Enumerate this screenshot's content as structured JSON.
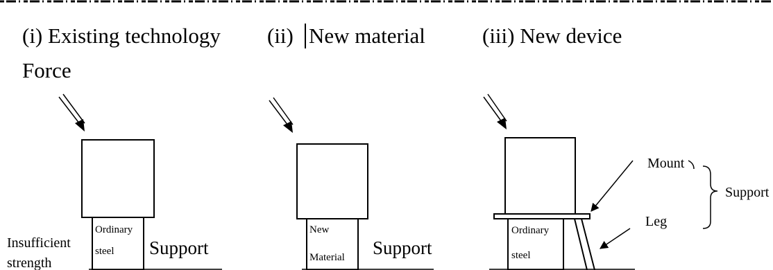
{
  "panels": [
    {
      "heading": "(i) Existing technology",
      "force_label": "Force",
      "left_note_line1": "Insufficient",
      "left_note_line2": "strength",
      "column_label_line1": "Ordinary",
      "column_label_line2": "steel",
      "side_label": "Support"
    },
    {
      "heading_prefix": "(ii)",
      "heading_rest": "New material",
      "column_label_line1": "New",
      "column_label_line2": "Material",
      "side_label": "Support"
    },
    {
      "heading": "(iii) New device",
      "column_label_line1": "Ordinary",
      "column_label_line2": "steel",
      "mount_label": "Mount",
      "leg_label": "Leg",
      "support_label": "Support"
    }
  ]
}
